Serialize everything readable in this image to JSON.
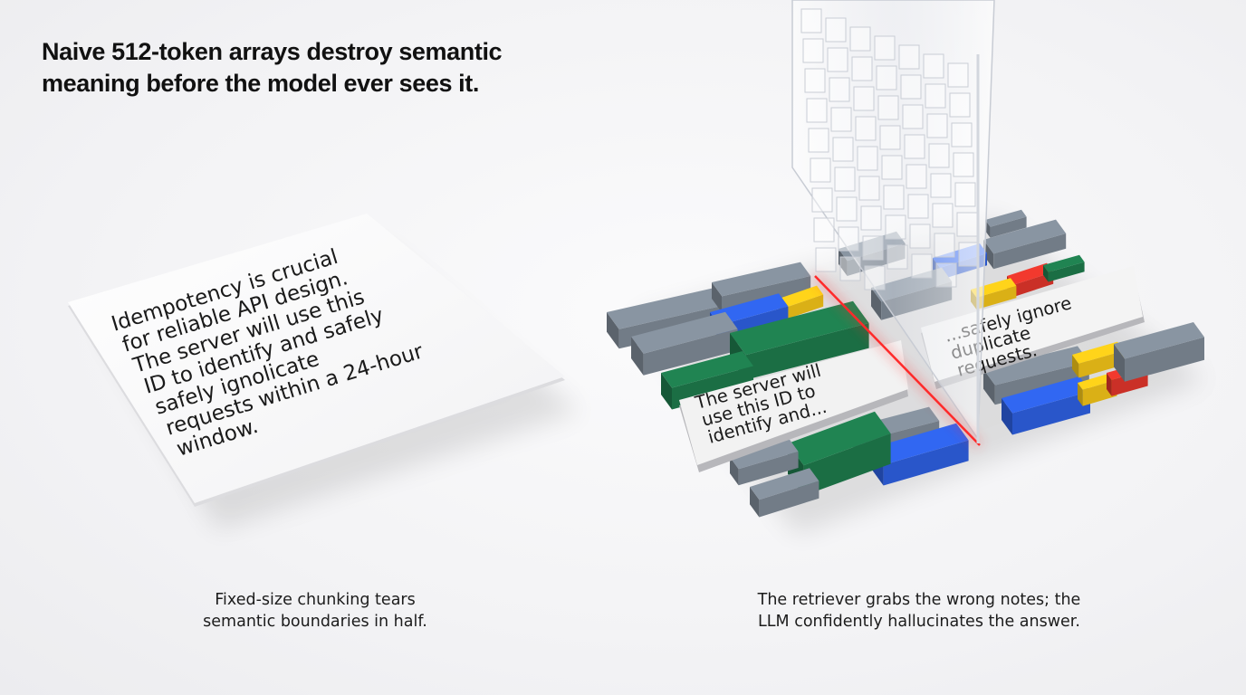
{
  "headline": {
    "line1": "Naive 512-token arrays destroy semantic",
    "line2": "meaning before the model ever sees it."
  },
  "document": {
    "lines": [
      "Idempotency is crucial",
      "for reliable API design.",
      "The server will use this",
      "ID to identify and safely",
      "safely ignolicate",
      "requests within a 24-hour",
      "window."
    ]
  },
  "chunk_left": {
    "lines": [
      "The server will",
      "use this ID to",
      "identify and..."
    ]
  },
  "chunk_right": {
    "lines": [
      "...safely ignore",
      "duplicate",
      "requests."
    ]
  },
  "captions": {
    "left": {
      "line1": "Fixed-size chunking tears",
      "line2": "semantic boundaries in half."
    },
    "right": {
      "line1": "The retriever grabs the wrong notes; the",
      "line2": "LLM confidently hallucinates the answer."
    }
  },
  "colors": {
    "gray": "#7f8a96",
    "blue": "#2d5fe0",
    "green": "#1e7a4c",
    "yellow": "#f2c418",
    "red": "#e0352b",
    "cut_line": "#ff2a2a"
  }
}
